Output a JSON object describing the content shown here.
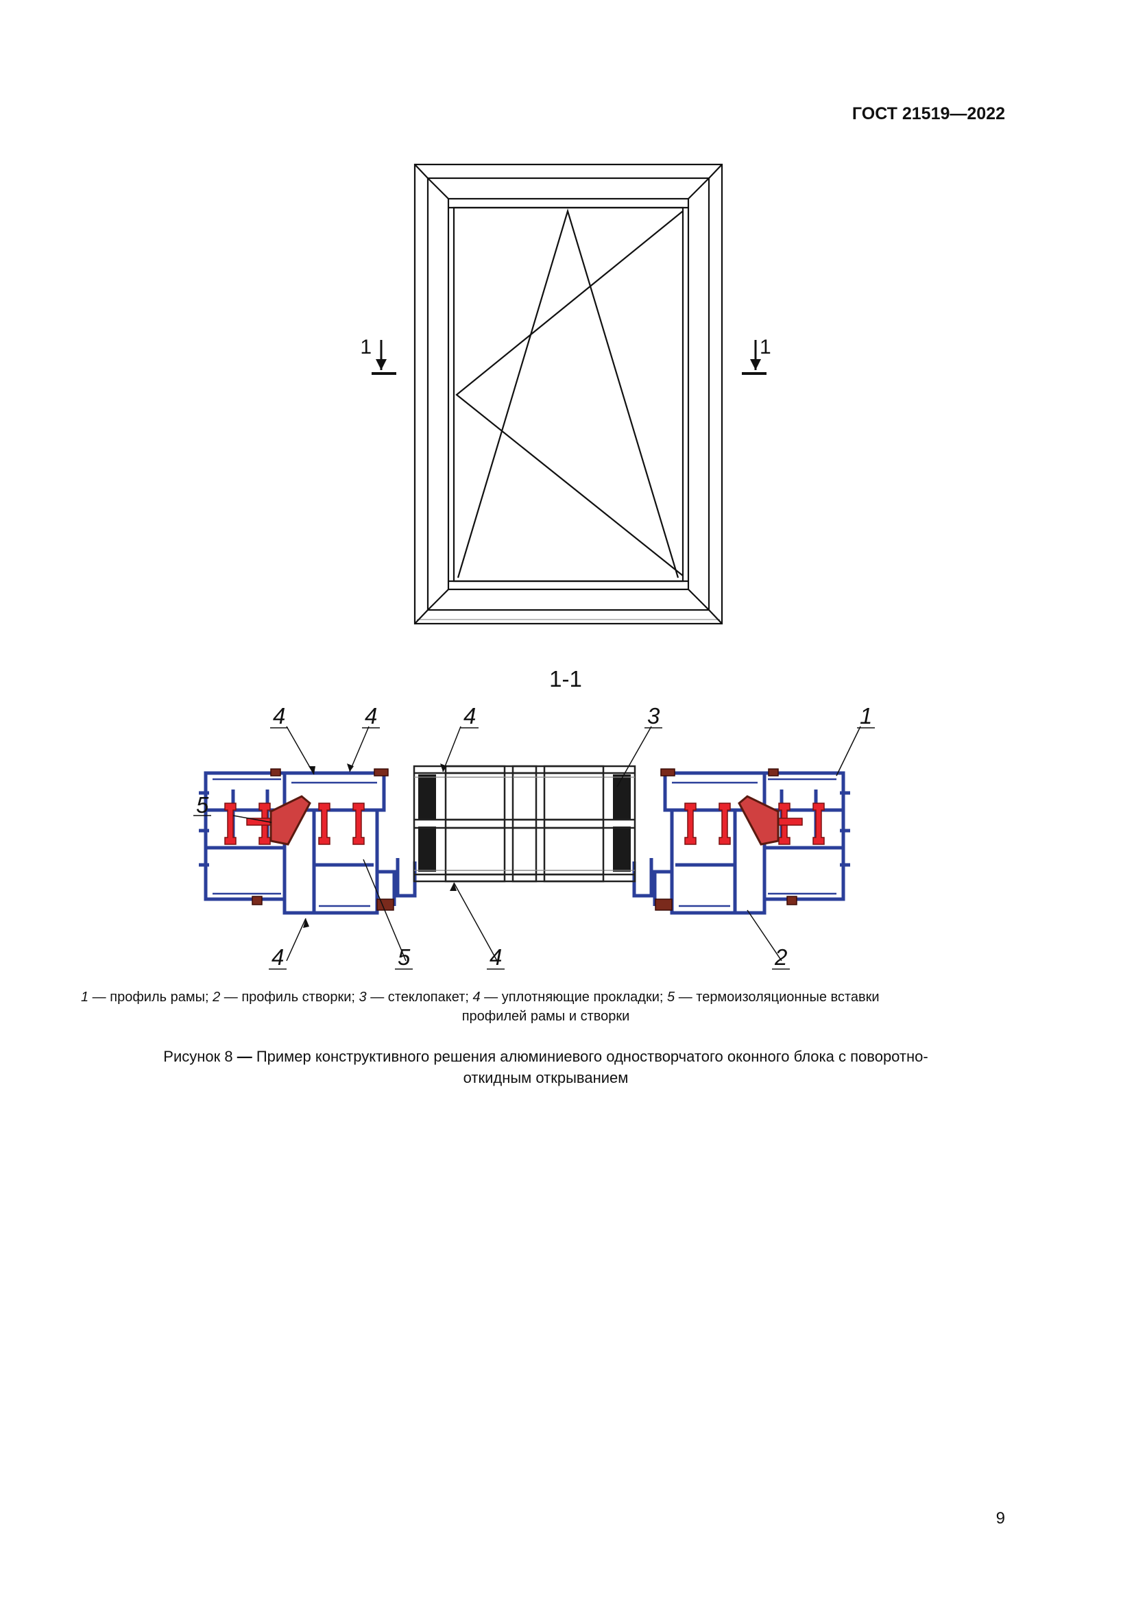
{
  "header": {
    "standard": "ГОСТ 21519—2022"
  },
  "elevation": {
    "cut_label_left": "1",
    "cut_label_right": "1"
  },
  "section": {
    "title": "1-1",
    "callouts": [
      "4",
      "4",
      "4",
      "3",
      "1",
      "5",
      "4",
      "5",
      "4",
      "2"
    ]
  },
  "legend": {
    "items": [
      {
        "num": "1",
        "text": " — профиль рамы; "
      },
      {
        "num": "2",
        "text": " — профиль створки; "
      },
      {
        "num": "3",
        "text": " — стеклопакет; "
      },
      {
        "num": "4",
        "text": " — уплотняющие прокладки; "
      },
      {
        "num": "5",
        "text": " — термоизоляционные вставки"
      }
    ],
    "continuation": "профилей рамы и створки"
  },
  "caption": {
    "prefix": "Рисунок 8",
    "dash": " — ",
    "line1": "Пример конструктивного решения алюминиевого одностворчатого оконного блока с поворотно-",
    "line2": "откидным открыванием"
  },
  "page_number": "9",
  "colors": {
    "aluminum": "#2b3f9a",
    "thermal_insert": "#e8242c",
    "gasket": "#7a2a1c",
    "line": "#111111"
  }
}
